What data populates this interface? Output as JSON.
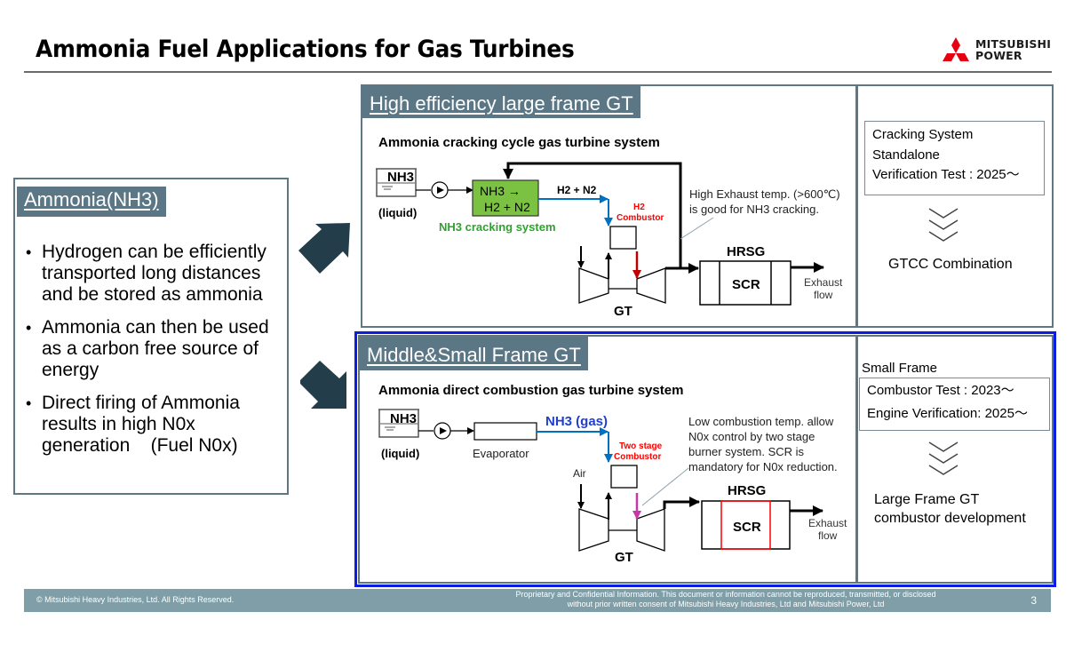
{
  "header": {
    "title": "Ammonia Fuel Applications for Gas Turbines",
    "logo_line1": "MITSUBISHI",
    "logo_line2": "POWER"
  },
  "colors": {
    "panel_header": "#5b7785",
    "highlight_border": "#0a1de0",
    "cracking_green": "#7cc242",
    "flow_blue": "#0070c0",
    "combustor_red": "#ff0000",
    "arrow_dark": "#233d4a",
    "footer_bg": "#7f9ea7"
  },
  "ammonia": {
    "title": "Ammonia(NH3)",
    "bullets": [
      "Hydrogen can be efficiently transported long distances and be stored as ammonia",
      "Ammonia can then be used as a carbon free source of energy",
      "Direct firing of Ammonia results in high N0x generation    (Fuel N0x)"
    ]
  },
  "large_frame": {
    "title": "High efficiency large frame GT",
    "diagram": {
      "title": "Ammonia cracking cycle gas turbine system",
      "tank_label": "NH3",
      "tank_state": "(liquid)",
      "cracker_line1": "NH3 →",
      "cracker_line2": "H2 + N2",
      "cracker_caption": "NH3 cracking system",
      "flow_label": "H2 + N2",
      "combustor_line1": "H2",
      "combustor_line2": "Combustor",
      "note_line1": "High Exhaust temp. (>600℃)",
      "note_line2": "is good for NH3 cracking.",
      "hrsg_label": "HRSG",
      "scr_label": "SCR",
      "gt_label": "GT",
      "exhaust_line1": "Exhaust",
      "exhaust_line2": "flow"
    },
    "status": {
      "line1": "Cracking System",
      "line2": "Standalone",
      "line3": "Verification Test : 2025〜",
      "next": "GTCC Combination"
    }
  },
  "small_frame": {
    "title": "Middle&Small Frame GT",
    "diagram": {
      "title": "Ammonia direct combustion gas turbine system",
      "tank_label": "NH3",
      "tank_state": "(liquid)",
      "evaporator_label": "Evaporator",
      "flow_label": "NH3 (gas)",
      "combustor_line1": "Two stage",
      "combustor_line2": "Combustor",
      "air_label": "Air",
      "note_line1": "Low combustion temp. allow",
      "note_line2": "N0x control by two stage",
      "note_line3": "burner system. SCR is",
      "note_line4": "mandatory for N0x reduction.",
      "hrsg_label": "HRSG",
      "scr_label": "SCR",
      "gt_label": "GT",
      "exhaust_line1": "Exhaust",
      "exhaust_line2": "flow"
    },
    "status": {
      "heading": "Small Frame",
      "line1": "Combustor Test : 2023〜",
      "line2": "Engine Verification: 2025〜",
      "next_line1": "Large Frame GT",
      "next_line2": "combustor development"
    }
  },
  "footer": {
    "copyright": "© Mitsubishi Heavy Industries, Ltd.  All Rights Reserved.",
    "notice_line1": "Proprietary and Confidential Information. This document or information cannot be reproduced, transmitted, or disclosed",
    "notice_line2": "without prior written consent of Mitsubishi Heavy Industries, Ltd and Mitsubishi Power, Ltd",
    "page_number": "3"
  }
}
